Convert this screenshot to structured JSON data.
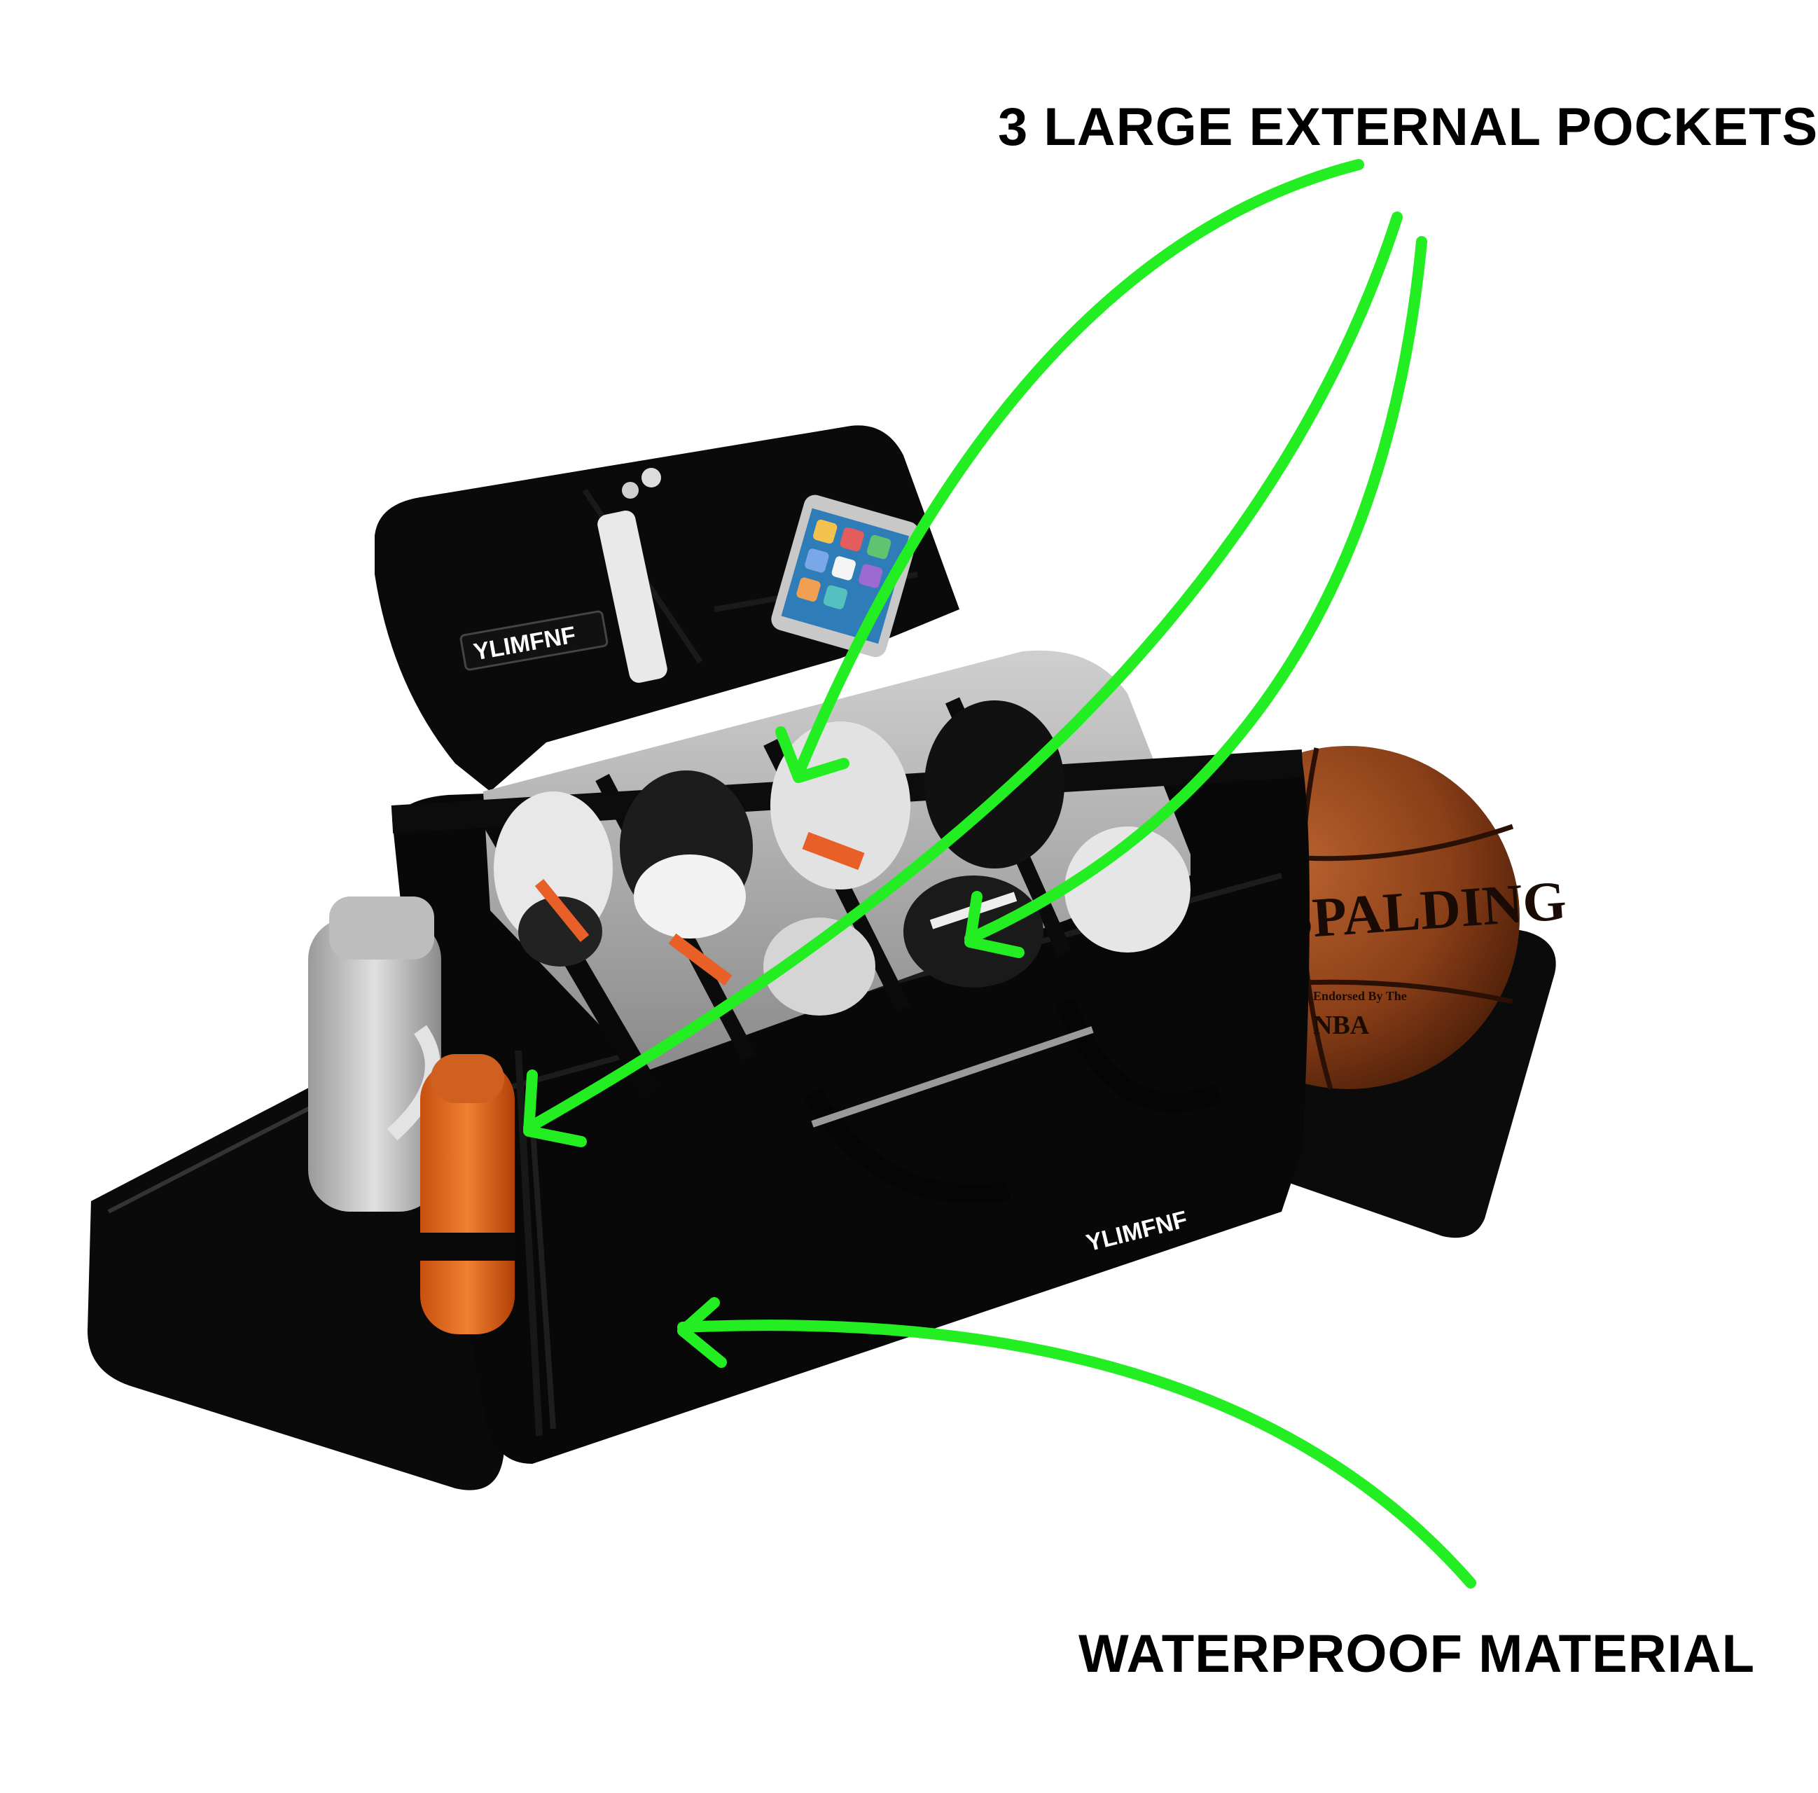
{
  "captions": {
    "top": "3 LARGE EXTERNAL POCKETS",
    "bottom": "WATERPROOF MATERIAL"
  },
  "product": {
    "brand_lid": "YLIMFNF",
    "brand_front": "YLIMFNF"
  },
  "basketball": {
    "brand": "SPALDING",
    "league": "NBA",
    "endorsement": "Endorsed By The"
  },
  "arrow_color": "#22ee22",
  "bag_color": "#0a0a0a"
}
